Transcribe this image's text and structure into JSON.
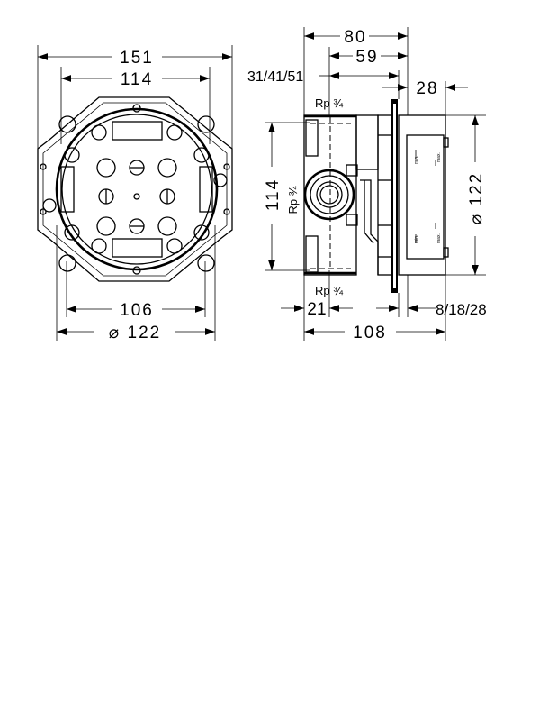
{
  "front_view": {
    "dim_overall_width": "151",
    "dim_inner_width": "114",
    "dim_bottom_width": "106",
    "dim_diameter": "⌀ 122"
  },
  "side_view": {
    "dim_depth_80": "80",
    "dim_depth_59": "59",
    "dim_depth_options": "31/41/51",
    "dim_28": "28",
    "dim_height_114": "114",
    "thread_side": "Rp ¾",
    "thread_top": "Rp ¾",
    "thread_bottom": "Rp ¾",
    "dim_diameter": "⌀ 122",
    "dim_21": "21",
    "dim_plaster_options": "8/18/28",
    "dim_total_depth": "108",
    "label_min": "min.",
    "label_max": "max."
  }
}
